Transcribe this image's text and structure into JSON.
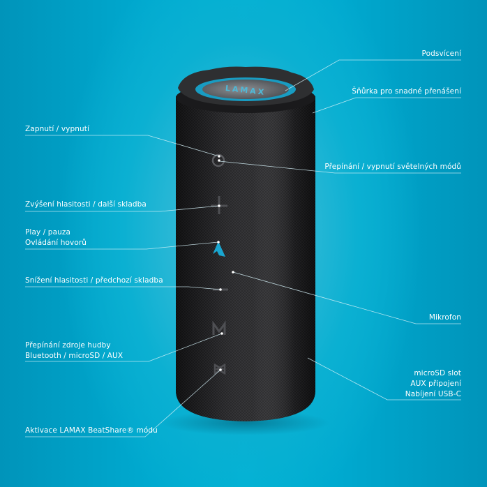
{
  "product": {
    "brand_logo_text": "LAMAX",
    "colors": {
      "background": "#00a9cf",
      "background_center": "#4cc4dc",
      "speaker_body": "#232325",
      "accent": "#1aa6d0",
      "line": "#cfeef6",
      "text": "#ffffff"
    }
  },
  "callouts_left": [
    {
      "id": "power",
      "lines": [
        "Zapnutí / vypnutí"
      ]
    },
    {
      "id": "volume-up",
      "lines": [
        "Zvýšení hlasitosti / další skladba"
      ]
    },
    {
      "id": "play-pause",
      "lines": [
        "Play / pauza",
        "Ovládání hovorů"
      ]
    },
    {
      "id": "volume-down",
      "lines": [
        "Snížení hlasitosti / předchozí skladba"
      ]
    },
    {
      "id": "mode",
      "lines": [
        "Přepínání zdroje hudby",
        "Bluetooth / microSD / AUX"
      ]
    },
    {
      "id": "beatshare",
      "lines": [
        "Aktivace LAMAX BeatShare® módu"
      ]
    }
  ],
  "callouts_right": [
    {
      "id": "backlight",
      "lines": [
        "Podsvícení"
      ]
    },
    {
      "id": "strap",
      "lines": [
        "Šňůrka pro snadné přenášení"
      ]
    },
    {
      "id": "light-modes",
      "lines": [
        "Přepínání / vypnutí světelných módů"
      ]
    },
    {
      "id": "microphone",
      "lines": [
        "Mikrofon"
      ]
    },
    {
      "id": "ports",
      "lines": [
        "microSD slot",
        "AUX připojení",
        "Nabíjení USB-C"
      ]
    }
  ],
  "buttons": [
    {
      "icon": "power-icon"
    },
    {
      "icon": "plus-icon"
    },
    {
      "icon": "lamax-logo-icon"
    },
    {
      "icon": "minus-icon"
    },
    {
      "icon": "mode-m-icon"
    },
    {
      "icon": "beatshare-icon"
    }
  ]
}
